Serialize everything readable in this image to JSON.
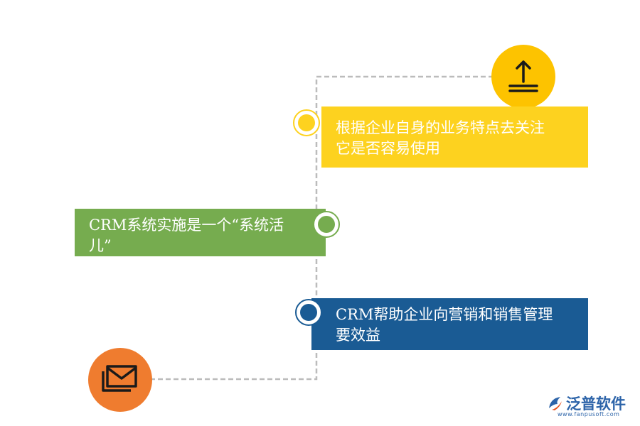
{
  "items": [
    {
      "text": "根据企业自身的业务特点去关注它是否容易使用",
      "line1": "根据企业自身的业务特点去关注",
      "line2": "它是否容易使用",
      "color": "#fdd21f"
    },
    {
      "text": "CRM系统实施是一个“系统活儿”",
      "line1": "CRM系统实施是一个“系统活",
      "line2": "儿”",
      "color": "#76ac4f"
    },
    {
      "text": "CRM帮助企业向营销和销售管理要效益",
      "line1": "CRM帮助企业向营销和销售管理",
      "line2": "要效益",
      "color": "#1a5b94"
    }
  ],
  "icons": {
    "top": {
      "name": "upload-icon",
      "color": "#fdc300"
    },
    "bottom": {
      "name": "mail-icon",
      "color": "#ef7c2f"
    }
  },
  "logo": {
    "name": "泛普软件",
    "url": "www.fanpusoft.com",
    "color": "#2d64a9"
  }
}
